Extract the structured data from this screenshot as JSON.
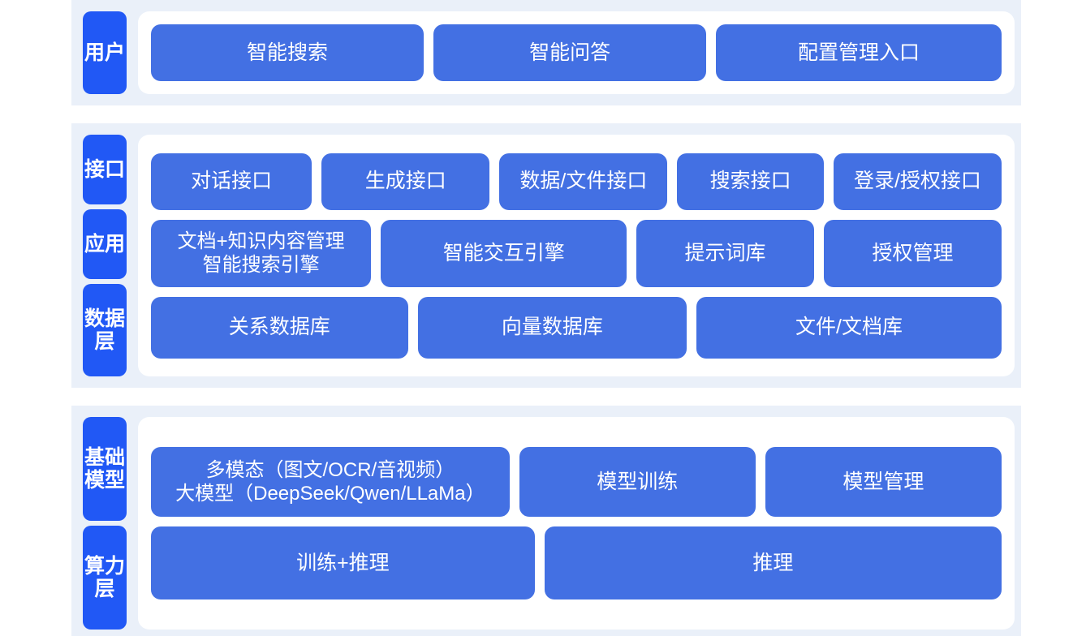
{
  "diagram": {
    "colors": {
      "page_background": "#ffffff",
      "section_band": "#eaf0f9",
      "card_background": "#ffffff",
      "label_chip": "#2158f5",
      "box_fill": "#4370e3",
      "box_text": "#ffffff"
    },
    "sections": [
      {
        "id": "user",
        "labels": [
          "用户"
        ],
        "rows": [
          {
            "id": "user-entries",
            "boxes": [
              "智能搜索",
              "智能问答",
              "配置管理入口"
            ]
          }
        ]
      },
      {
        "id": "platform",
        "labels": [
          "接口",
          "应用",
          "数据层"
        ],
        "rows": [
          {
            "id": "interface",
            "boxes": [
              "对话接口",
              "生成接口",
              "数据/文件接口",
              "搜索接口",
              "登录/授权接口"
            ]
          },
          {
            "id": "application",
            "boxes": [
              "文档+知识内容管理\n智能搜索引擎",
              "智能交互引擎",
              "提示词库",
              "授权管理"
            ]
          },
          {
            "id": "data",
            "boxes": [
              "关系数据库",
              "向量数据库",
              "文件/文档库"
            ]
          }
        ]
      },
      {
        "id": "infrastructure",
        "labels": [
          "基础模型",
          "算力层"
        ],
        "rows": [
          {
            "id": "model",
            "boxes": [
              "多模态（图文/OCR/音视频）\n大模型（DeepSeek/Qwen/LLaMa）",
              "模型训练",
              "模型管理"
            ]
          },
          {
            "id": "compute",
            "boxes": [
              "训练+推理",
              "推理"
            ]
          }
        ]
      }
    ]
  }
}
